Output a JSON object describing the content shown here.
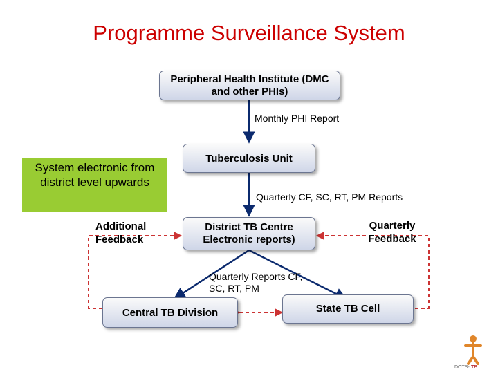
{
  "title": "Programme Surveillance System",
  "nodes": {
    "phi": "Peripheral Health Institute (DMC and other PHIs)",
    "tu": "Tuberculosis Unit",
    "dtc": "District TB Centre Electronic reports)",
    "ctd": "Central TB Division",
    "stc": "State TB Cell"
  },
  "labels": {
    "monthly": "Monthly PHI Report",
    "quarterly_cf": "Quarterly CF, SC, RT, PM Reports",
    "quarterly_reports": "Quarterly Reports CF, SC, RT, PM",
    "additional_feedback": "Additional Feedback",
    "quarterly_feedback": "Quarterly Feedback"
  },
  "callout": "System electronic from district level upwards",
  "logo_text": "DOTS · TB",
  "colors": {
    "title": "#cc0000",
    "arrow": "#0b2a6e",
    "feedback": "#cc3333",
    "callout": "#99cc33"
  }
}
